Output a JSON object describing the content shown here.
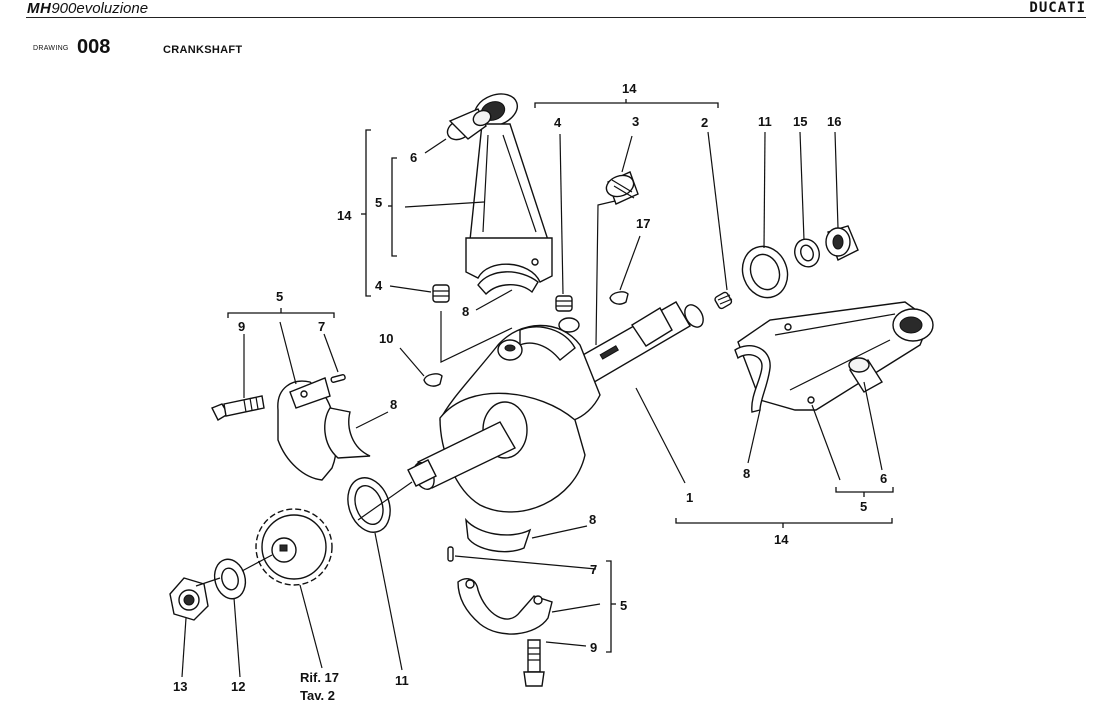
{
  "header": {
    "model_bold": "MH",
    "model_rest": "900evoluzione",
    "brand": "DUCATI"
  },
  "drawing": {
    "label": "DRAWING",
    "number": "008",
    "title": "CRANKSHAFT"
  },
  "callouts": {
    "c14_top_center": "14",
    "c4_top": "4",
    "c3_top": "3",
    "c2_top": "2",
    "c11_top": "11",
    "c15_top": "15",
    "c16_top": "16",
    "c6_left": "6",
    "c5_left": "5",
    "c14_left": "14",
    "c17": "17",
    "c4_left": "4",
    "c8_left": "8",
    "c5_group": "5",
    "c9_left": "9",
    "c7_left": "7",
    "c10": "10",
    "c8_cap": "8",
    "c1": "1",
    "c8_right": "8",
    "c6_right": "6",
    "c5_right": "5",
    "c14_right": "14",
    "c8_lower": "8",
    "c7_lower": "7",
    "c5_lower": "5",
    "c9_lower": "9",
    "c13": "13",
    "c12": "12",
    "c11_lower": "11",
    "rif_line1": "Rif. 17",
    "rif_line2": "Tav. 2"
  }
}
